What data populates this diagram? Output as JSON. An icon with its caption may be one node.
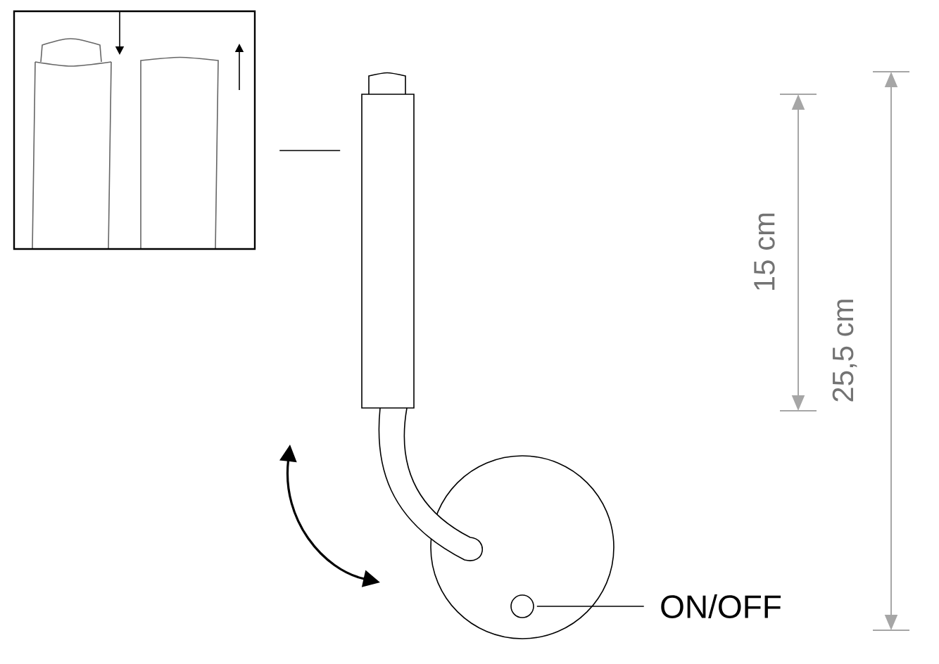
{
  "diagram": {
    "nodes": [
      {
        "text": [
          "ON/OFF"
        ]
      },
      {
        "text": [],
        "shape": "circle"
      },
      {
        "text": [],
        "shape": "picture"
      },
      {
        "text": [],
        "shape": "box"
      }
    ],
    "edges": [
      {
        "from": 0,
        "to": 1,
        "arrow": "none"
      },
      {
        "from": 2,
        "to": 3,
        "arrow": "none"
      }
    ],
    "labels": [
      "15 cm",
      "25,5 cm"
    ]
  }
}
